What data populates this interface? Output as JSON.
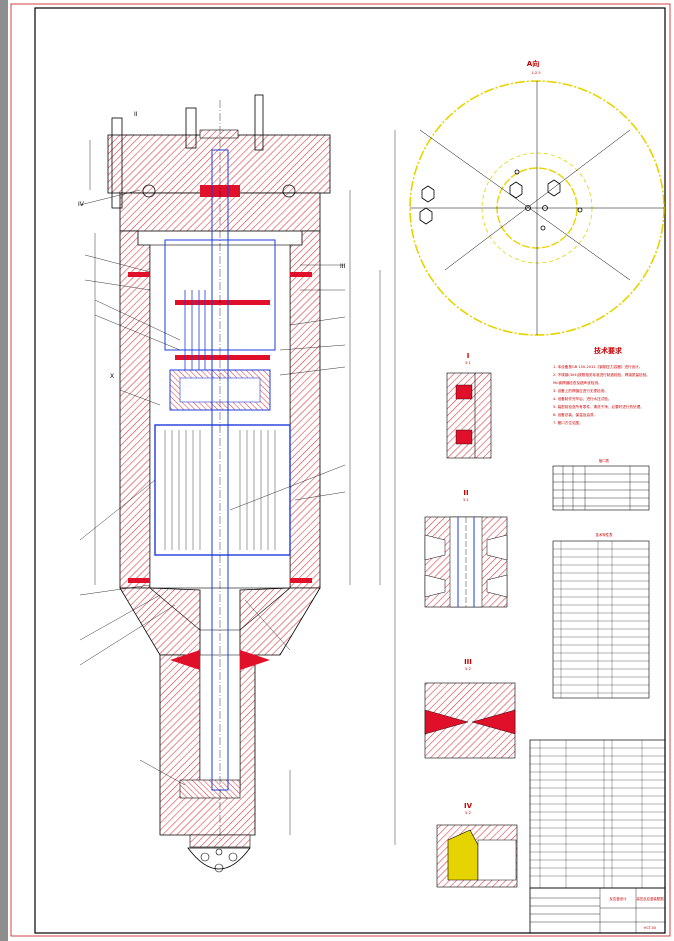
{
  "views": {
    "view_a": {
      "title": "A向",
      "scale": "1:2.5"
    },
    "view_i": {
      "title": "I",
      "scale": "5:1"
    },
    "view_ii": {
      "title": "II",
      "scale": "5:1"
    },
    "view_iii": {
      "title": "III",
      "scale": "5:2"
    },
    "view_iv": {
      "title": "IV",
      "scale": "5:2"
    }
  },
  "labels": {
    "sec_iv": "IV",
    "sec_iii": "III",
    "sec_x": "X",
    "sec_ii": "II"
  },
  "tech_requirements": {
    "title": "技术要求",
    "lines": [
      "1. 本设备按GB 150-2011《钢制压力容器》进行设计。",
      "2. 不锈钢(304)按照相关标准进行制造检验，焊接质量检验。",
      "   Mn钢焊缝检查及超声波检测。",
      "3. 设备上的焊缝应进行无损检测。",
      "4. 设备制作完毕后，进行水压试验。",
      "5. 装配前检查所有零件，清洗干净，必要时进行热处理。",
      "6. 设备总装，保温及油漆。",
      "7. 管口方位见图。"
    ]
  },
  "spec_table": {
    "title": "管口表"
  },
  "tech_table": {
    "title": "技术特性表"
  },
  "title_block": {
    "drawing_name": "高压反应釜装配图",
    "company": "反应釜设计",
    "drawing_no": "HCT-00"
  }
}
